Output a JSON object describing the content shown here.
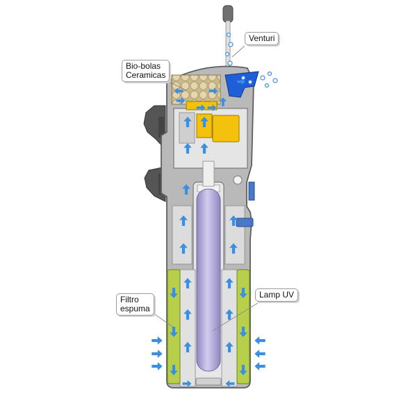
{
  "labels": {
    "venturi": "Venturi",
    "bio_bolas": "Bio-bolas\nCeramicas",
    "filtro_espuma": "Filtro\nespuma",
    "lamp_uv": "Lamp UV"
  },
  "icons": {
    "flow_arrow": "flow-arrow-icon",
    "air_bubble": "air-bubble-icon"
  },
  "colors": {
    "housing": "#b9b9b9",
    "housing_outline": "#5e5e5e",
    "chamber": "#e7e7e7",
    "uv_lamp": "#b3acd8",
    "foam": "#b7cf4a",
    "impeller": "#f4c20d",
    "venturi_outlet": "#1f5ed8",
    "bioballs": "#d8c79c",
    "flow_arrow": "#3b8fe0",
    "suction_cup": "#5b5b5b"
  }
}
